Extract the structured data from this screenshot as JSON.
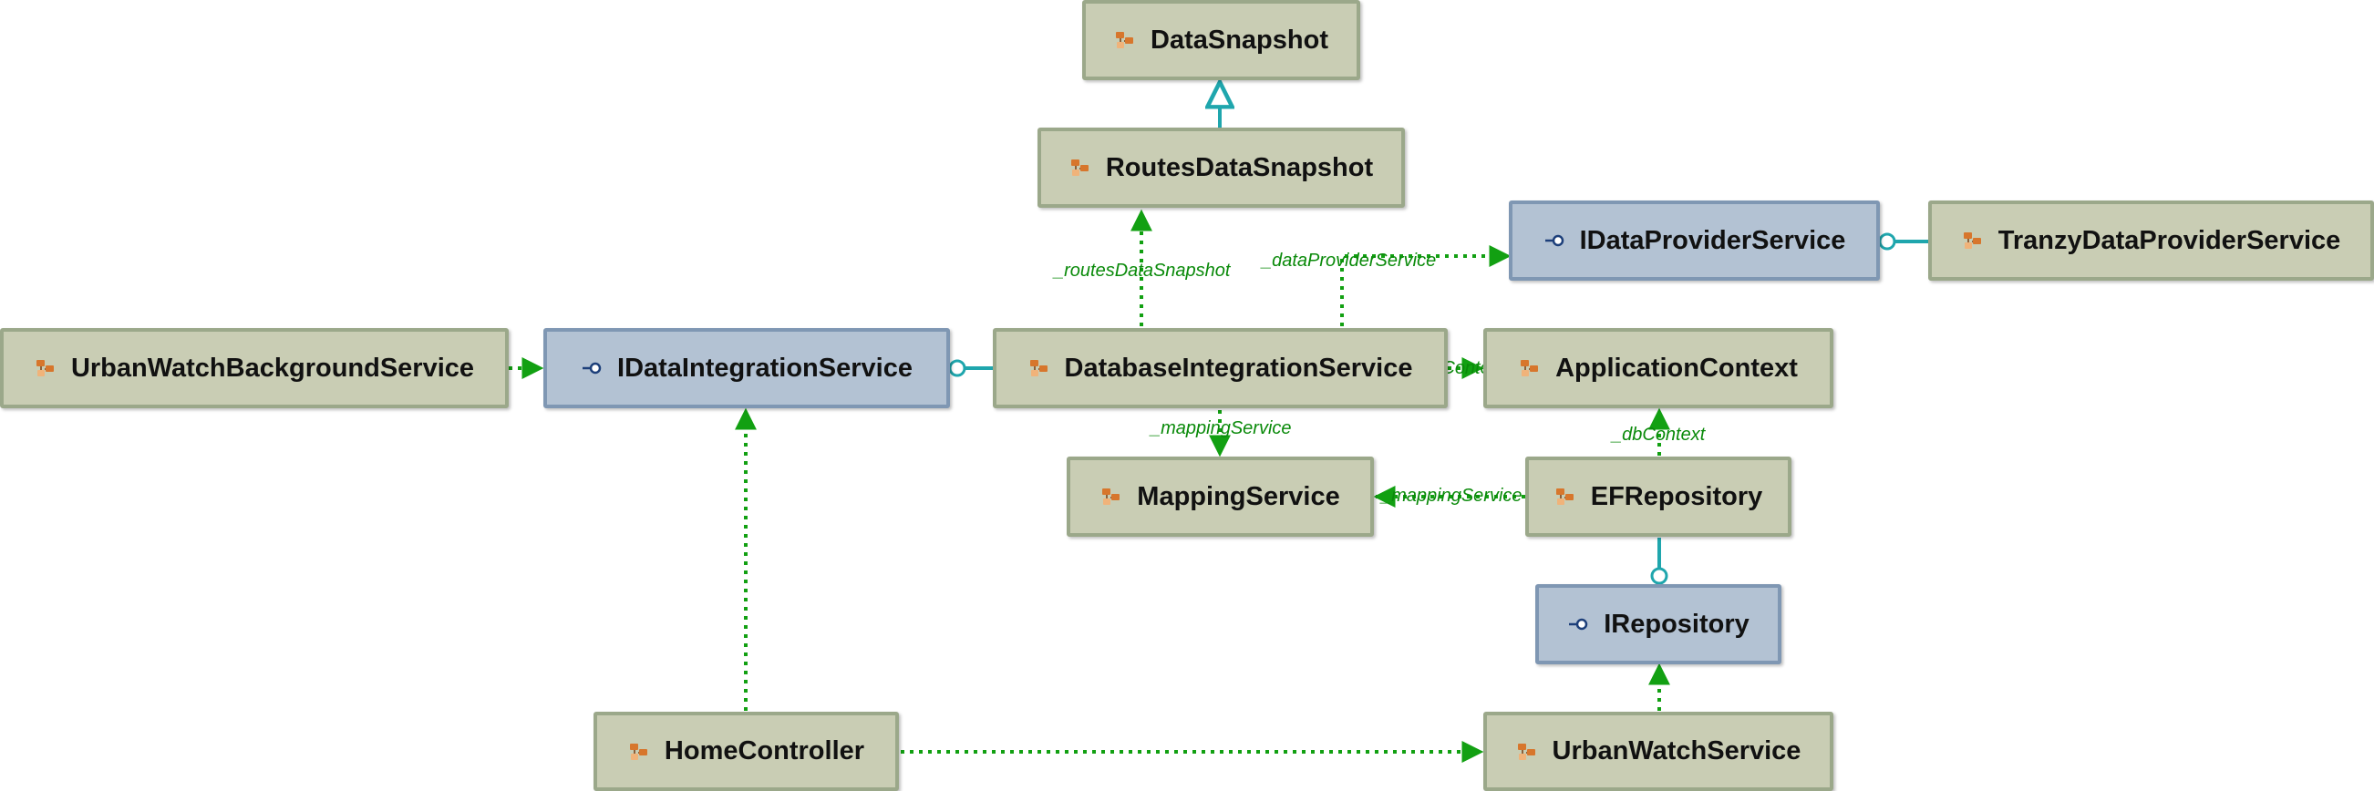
{
  "colors": {
    "class_fill": "#c9cdb4",
    "interface_fill": "#b3c2d3",
    "dependency": "#12a012",
    "realization": "#1fa6ad",
    "edge_label": "#0a8a0a"
  },
  "nodes": {
    "data_snapshot": {
      "label": "DataSnapshot",
      "kind": "class",
      "icon": "class-icon"
    },
    "routes_data_snapshot": {
      "label": "RoutesDataSnapshot",
      "kind": "class",
      "icon": "class-icon"
    },
    "idata_provider_service": {
      "label": "IDataProviderService",
      "kind": "interface",
      "icon": "interface-icon"
    },
    "tranzy_data_provider_service": {
      "label": "TranzyDataProviderService",
      "kind": "class",
      "icon": "class-icon"
    },
    "urban_watch_background_service": {
      "label": "UrbanWatchBackgroundService",
      "kind": "class",
      "icon": "class-icon"
    },
    "idata_integration_service": {
      "label": "IDataIntegrationService",
      "kind": "interface",
      "icon": "interface-icon"
    },
    "database_integration_service": {
      "label": "DatabaseIntegrationService",
      "kind": "class",
      "icon": "class-icon"
    },
    "application_context": {
      "label": "ApplicationContext",
      "kind": "class",
      "icon": "class-icon"
    },
    "mapping_service": {
      "label": "MappingService",
      "kind": "class",
      "icon": "class-icon"
    },
    "ef_repository": {
      "label": "EFRepository",
      "kind": "class",
      "icon": "class-icon"
    },
    "irepository": {
      "label": "IRepository",
      "kind": "interface",
      "icon": "interface-icon"
    },
    "home_controller": {
      "label": "HomeController",
      "kind": "class",
      "icon": "class-icon"
    },
    "urban_watch_service": {
      "label": "UrbanWatchService",
      "kind": "class",
      "icon": "class-icon"
    }
  },
  "edges": {
    "routes_data_snapshot": "_routesDataSnapshot",
    "data_provider_service": "_dataProviderService",
    "db_context_db_integration": "_dbContext",
    "mapping_service_db_integration": "_mappingService",
    "db_context_ef_repository": "_dbContext",
    "mapping_service_ef_repository": "_mappingService"
  }
}
